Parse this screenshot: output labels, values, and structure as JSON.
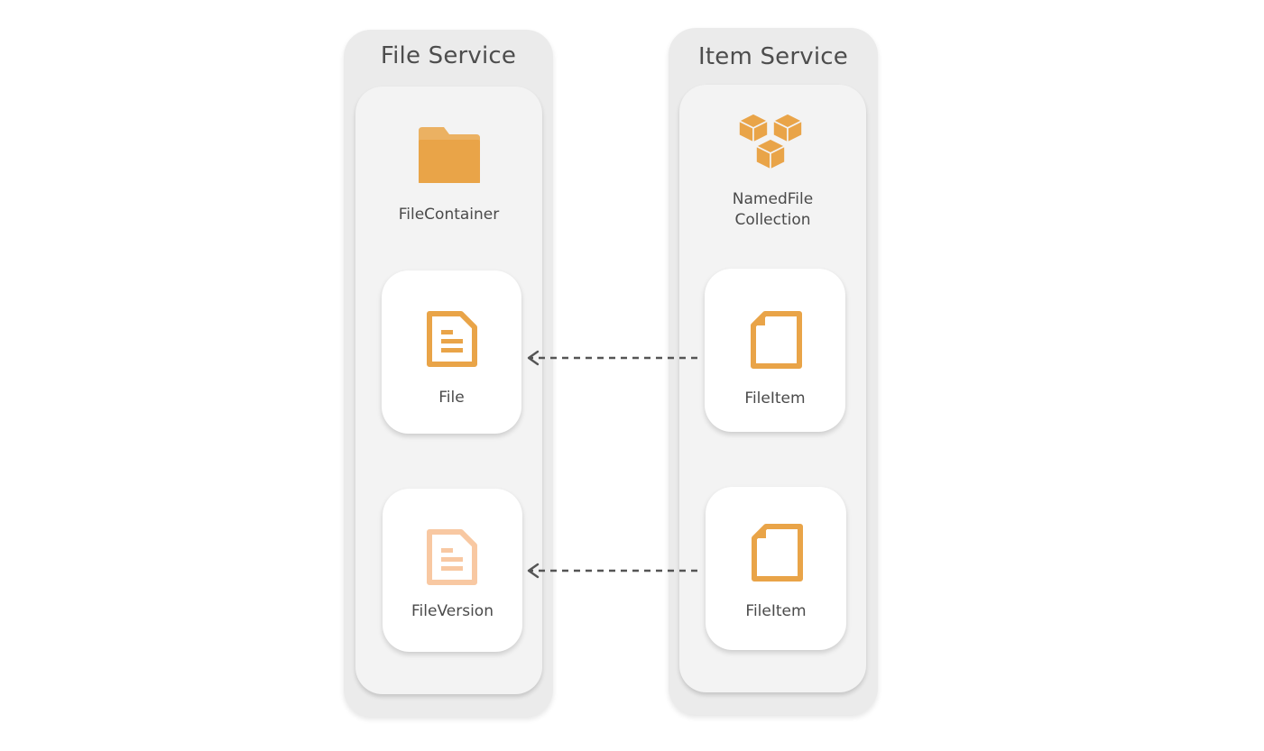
{
  "colors": {
    "icon_orange": "#e9a448",
    "icon_light": "#f8c8a2",
    "arrow": "#555555"
  },
  "file_service": {
    "title": "File Service",
    "container": {
      "label": "FileContainer",
      "icon": "folder-icon"
    },
    "file": {
      "label": "File",
      "icon": "document-icon"
    },
    "file_version": {
      "label": "FileVersion",
      "icon": "document-icon"
    }
  },
  "item_service": {
    "title": "Item Service",
    "collection": {
      "label_line1": "NamedFile",
      "label_line2": "Collection",
      "icon": "cubes-icon"
    },
    "file_item_1": {
      "label": "FileItem",
      "icon": "file-item-icon"
    },
    "file_item_2": {
      "label": "FileItem",
      "icon": "file-item-icon"
    }
  },
  "relations": [
    {
      "from": "FileItem",
      "to": "File",
      "style": "dashed-arrow"
    },
    {
      "from": "FileItem",
      "to": "FileVersion",
      "style": "dashed-arrow"
    }
  ]
}
